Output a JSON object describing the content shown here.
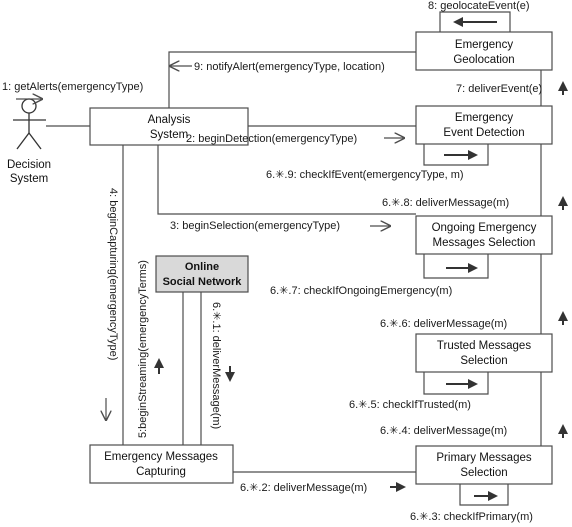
{
  "colors": {
    "line": "#4d4d4d",
    "box_fill": "#ffffff",
    "osn_fill": "#d9d9d9"
  },
  "actor": {
    "name_line1": "Decision",
    "name_line2": "System"
  },
  "objects": {
    "analysis_system": [
      "Analysis",
      "System"
    ],
    "emergency_geolocation": [
      "Emergency",
      "Geolocation"
    ],
    "emergency_event_detection": [
      "Emergency",
      "Event Detection"
    ],
    "ongoing_emergency_selection": [
      "Ongoing Emergency",
      "Messages Selection"
    ],
    "online_social_network": [
      "Online",
      "Social Network"
    ],
    "trusted_messages_selection": [
      "Trusted Messages",
      "Selection"
    ],
    "emergency_messages_capturing": [
      "Emergency Messages",
      "Capturing"
    ],
    "primary_messages_selection": [
      "Primary Messages",
      "Selection"
    ]
  },
  "messages": {
    "m1": "1: getAlerts(emergencyType)",
    "m2": "2: beginDetection(emergencyType)",
    "m3": "3: beginSelection(emergencyType)",
    "m4": "4: beginCapturing(emergencyType)",
    "m5": "5:beginStreaming(emergencyTerms)",
    "m6_1": "6.✳.1: deliverMessage(m)",
    "m6_2": "6.✳.2: deliverMessage(m)",
    "m6_3": "6.✳.3: checkIfPrimary(m)",
    "m6_4": "6.✳.4: deliverMessage(m)",
    "m6_5": "6.✳.5: checkIfTrusted(m)",
    "m6_6": "6.✳.6: deliverMessage(m)",
    "m6_7": "6.✳.7: checkIfOngoingEmergency(m)",
    "m6_8": "6.✳.8: deliverMessage(m)",
    "m6_9": "6.✳.9: checkIfEvent(emergencyType, m)",
    "m7": "7: deliverEvent(e)",
    "m8": "8: geolocateEvent(e)",
    "m9": "9: notifyAlert(emergencyType, location)"
  }
}
